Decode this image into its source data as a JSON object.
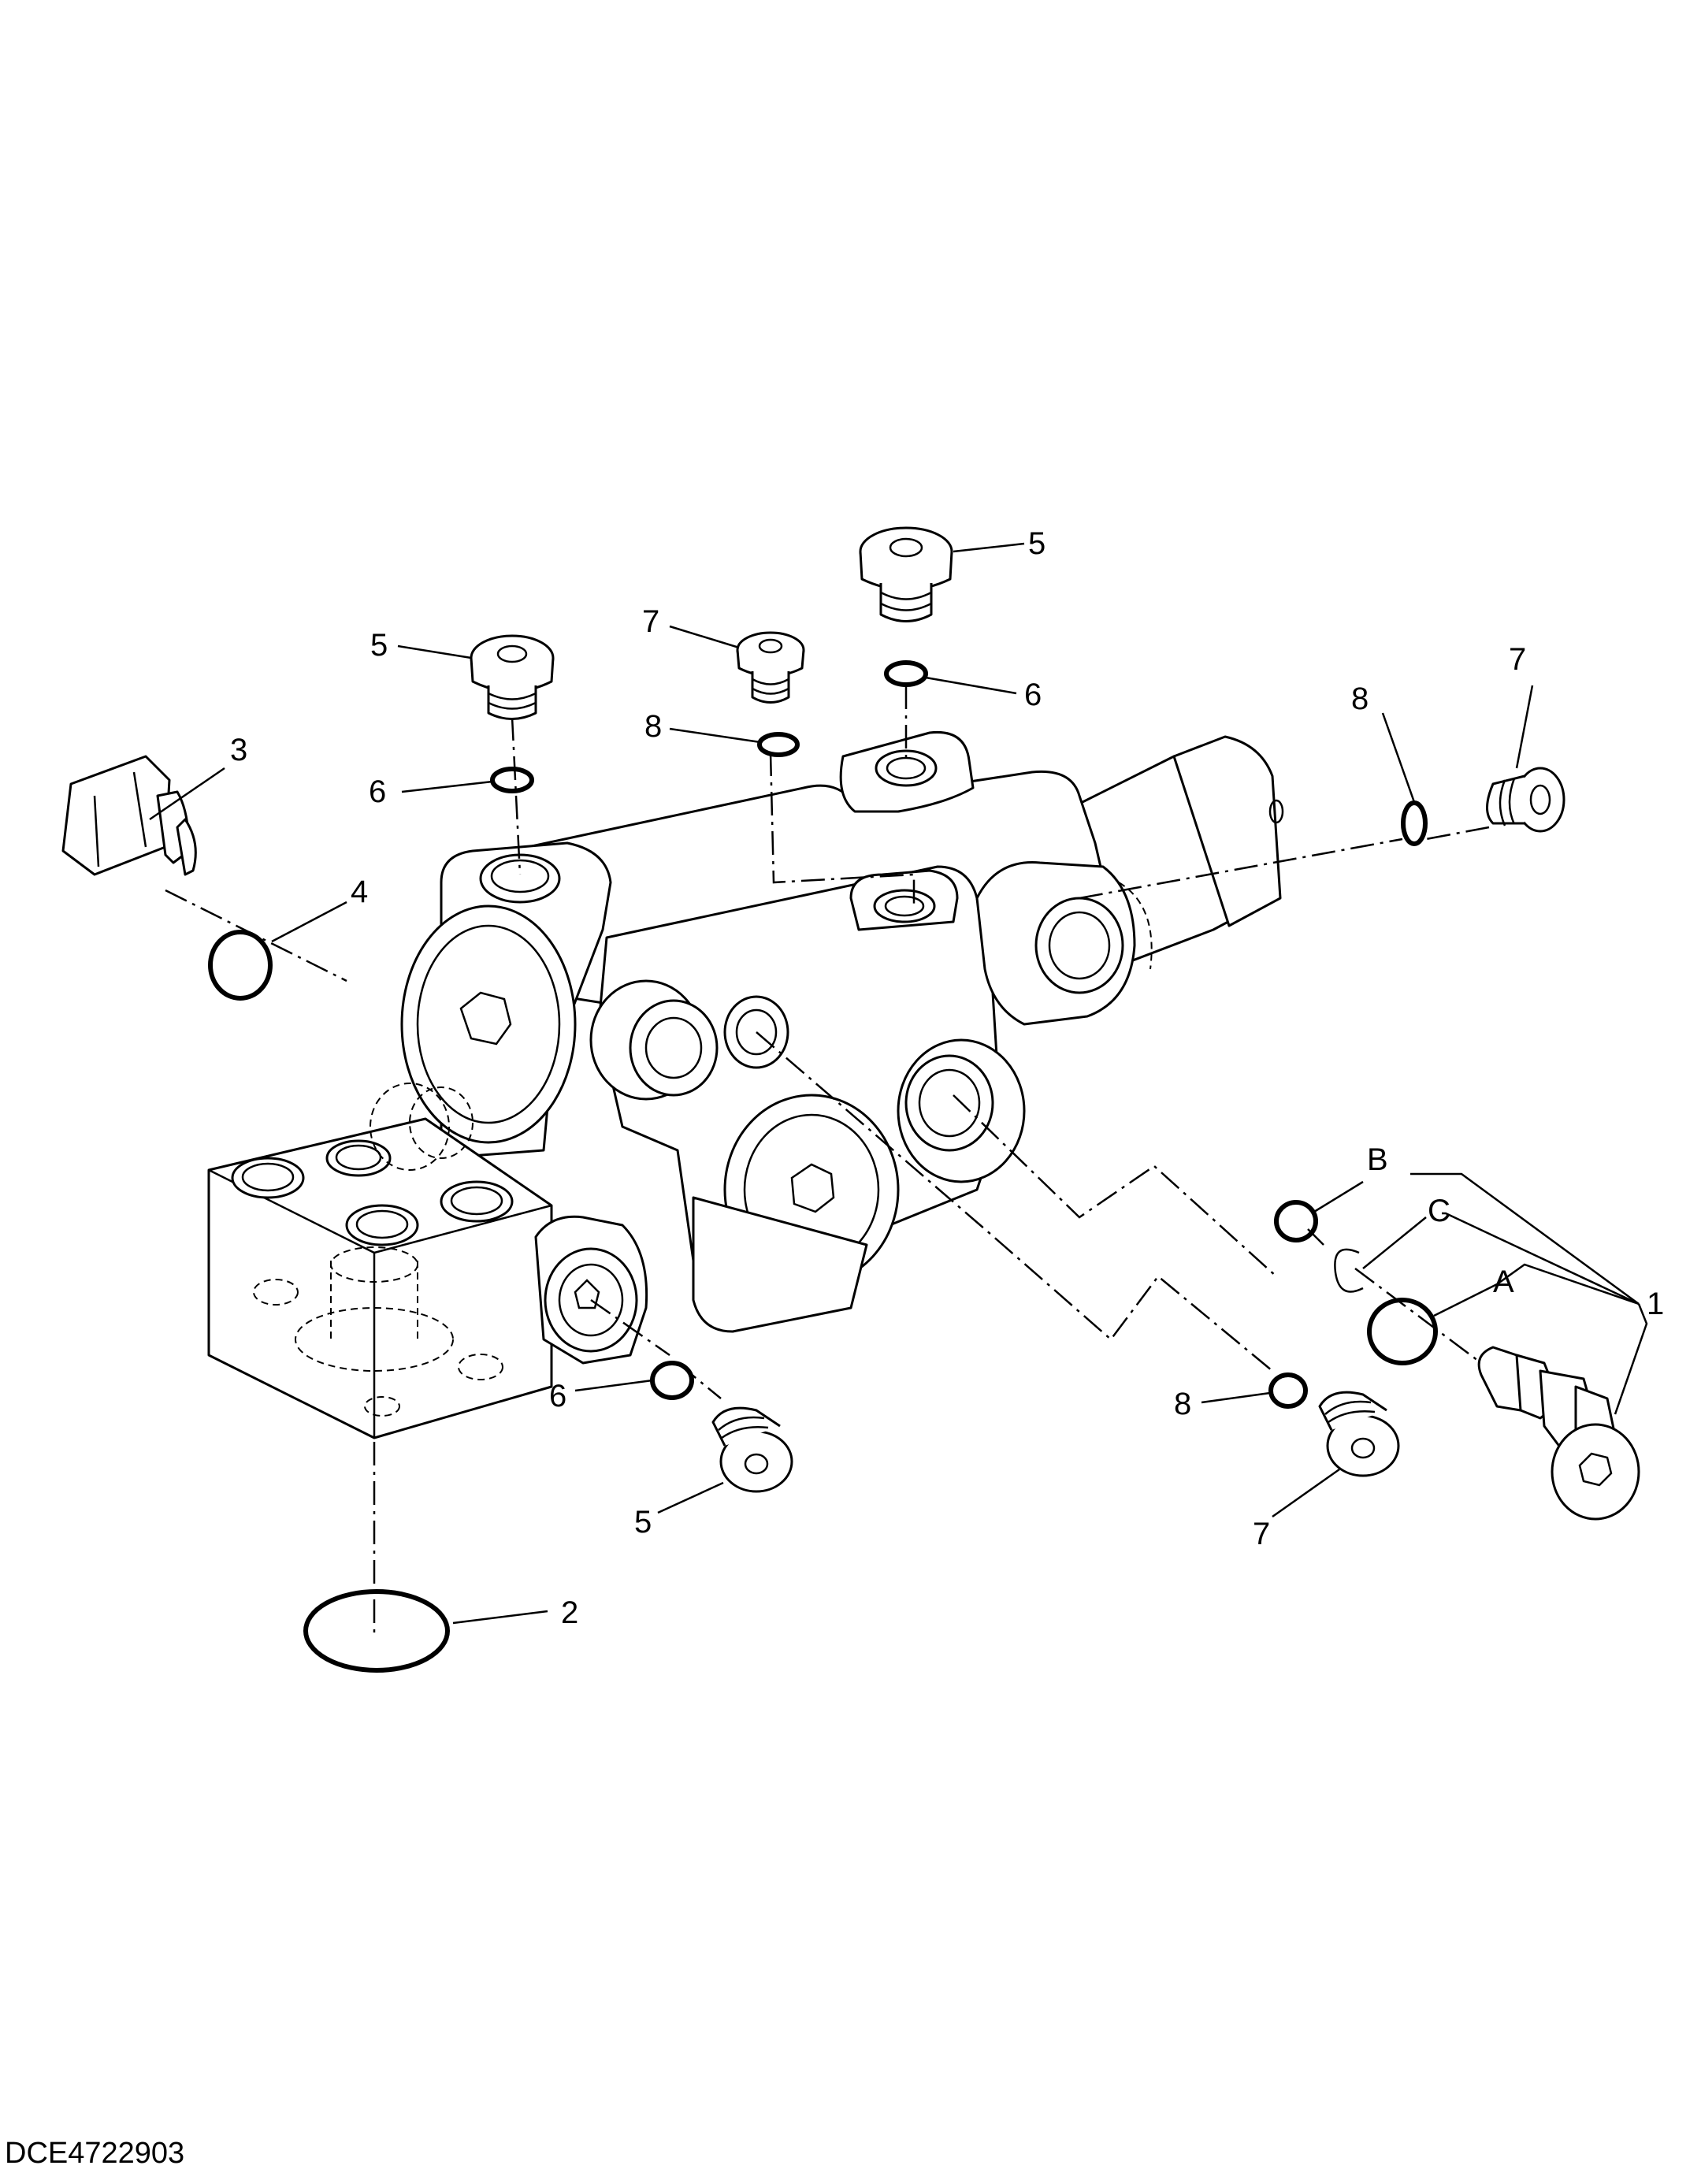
{
  "diagram": {
    "callouts": {
      "c1": "1",
      "c2": "2",
      "c3": "3",
      "c4": "4",
      "c5a": "5",
      "c5b": "5",
      "c5c": "5",
      "c6a": "6",
      "c6b": "6",
      "c6c": "6",
      "c7a": "7",
      "c7b": "7",
      "c7c": "7",
      "c8a": "8",
      "c8b": "8",
      "c8c": "8",
      "cA": "A",
      "cB": "B",
      "cC": "C"
    }
  },
  "footer": {
    "doc_id": "DCE4722903"
  }
}
